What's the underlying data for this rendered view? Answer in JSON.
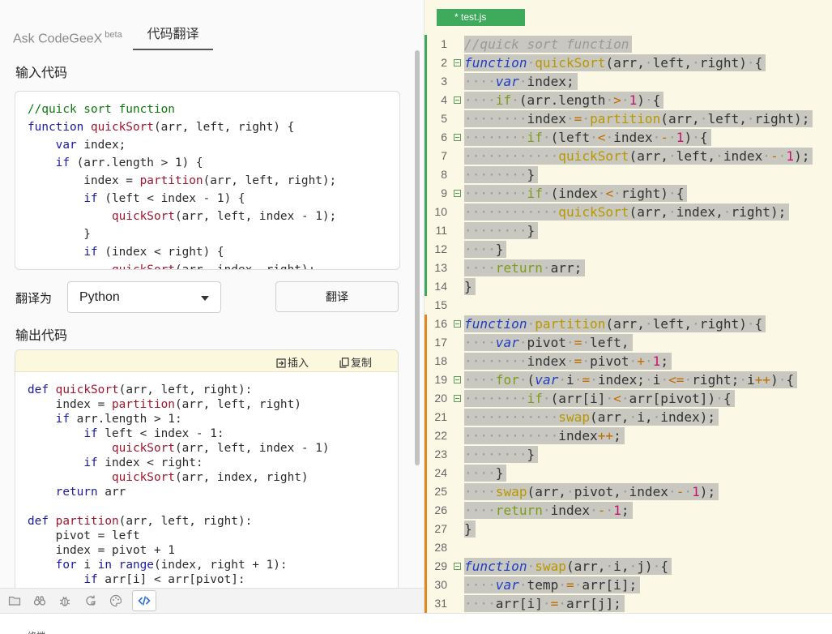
{
  "left_panel": {
    "tabs": [
      {
        "label": "Ask CodeGeeX",
        "badge": "beta",
        "active": false
      },
      {
        "label": "代码翻译",
        "active": true
      }
    ],
    "input_label": "输入代码",
    "input_code": [
      "//quick sort function",
      "function quickSort(arr, left, right) {",
      "    var index;",
      "    if (arr.length > 1) {",
      "        index = partition(arr, left, right);",
      "        if (left < index - 1) {",
      "            quickSort(arr, left, index - 1);",
      "        }",
      "        if (index < right) {",
      "            quickSort(arr, index, right);"
    ],
    "translate_to_label": "翻译为",
    "target_language": "Python",
    "translate_button": "翻译",
    "output_label": "输出代码",
    "output_actions": {
      "insert": "插入",
      "copy": "复制"
    },
    "output_code": [
      "def quickSort(arr, left, right):",
      "    index = partition(arr, left, right)",
      "    if arr.length > 1:",
      "        if left < index - 1:",
      "            quickSort(arr, left, index - 1)",
      "        if index < right:",
      "            quickSort(arr, index, right)",
      "    return arr",
      "",
      "def partition(arr, left, right):",
      "    pivot = left",
      "    index = pivot + 1",
      "    for i in range(index, right + 1):",
      "        if arr[i] < arr[pivot]:"
    ],
    "toolbar_icons": [
      "folder-icon",
      "binoculars-icon",
      "bug-icon",
      "refresh-search-icon",
      "palette-icon",
      "codegeex-icon"
    ],
    "bottom_text": "终端"
  },
  "editor": {
    "tab_label": "* test.js",
    "lines": [
      "//quick sort function",
      "function quickSort(arr, left, right) {",
      "    var index;",
      "    if (arr.length > 1) {",
      "        index = partition(arr, left, right);",
      "        if (left < index - 1) {",
      "            quickSort(arr, left, index - 1);",
      "        }",
      "        if (index < right) {",
      "            quickSort(arr, index, right);",
      "        }",
      "    }",
      "    return arr;",
      "}",
      "",
      "function partition(arr, left, right) {",
      "    var pivot = left,",
      "        index = pivot + 1;",
      "    for (var i = index; i <= right; i++) {",
      "        if (arr[i] < arr[pivot]) {",
      "            swap(arr, i, index);",
      "            index++;",
      "        }",
      "    }",
      "    swap(arr, pivot, index - 1);",
      "    return index - 1;",
      "}",
      "",
      "function swap(arr, i, j) {",
      "    var temp = arr[i];",
      "    arr[i] = arr[j];"
    ],
    "fold_lines": [
      2,
      4,
      6,
      9,
      16,
      19,
      20,
      29
    ],
    "change_bars": [
      {
        "from": 1,
        "to": 14,
        "color": "#3daa5c"
      },
      {
        "from": 16,
        "to": 31,
        "color": "#e08a1e"
      }
    ]
  }
}
